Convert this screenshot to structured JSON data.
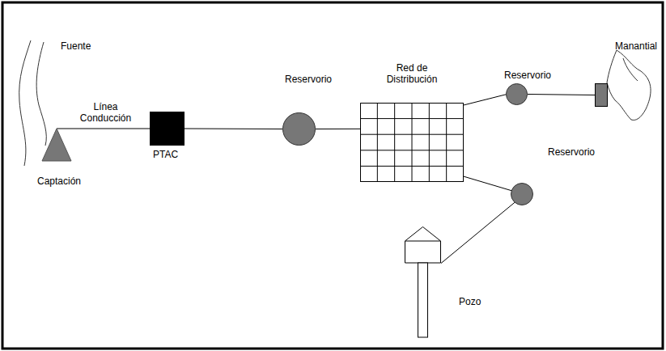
{
  "diagram": {
    "nodes": [
      {
        "text": [
          "Captación"
        ]
      },
      {
        "text": [
          "PTAC"
        ]
      },
      {
        "text": [
          "Reservorio"
        ]
      },
      {
        "text": [
          "Red de Distribución"
        ]
      },
      {
        "text": [
          "Reservorio"
        ]
      },
      {
        "text": [
          "Reservorio"
        ]
      },
      {
        "text": []
      },
      {
        "text": [
          "Pozo"
        ]
      }
    ],
    "edges": [
      {
        "from": 0,
        "to": 1,
        "label": "Línea Conducción",
        "arrow": "none"
      },
      {
        "from": 1,
        "to": 2,
        "arrow": "none"
      },
      {
        "from": 2,
        "to": 3,
        "arrow": "none"
      },
      {
        "from": 3,
        "to": 4,
        "arrow": "none"
      },
      {
        "from": 4,
        "to": 5,
        "arrow": "none"
      },
      {
        "from": 3,
        "to": 6,
        "arrow": "none"
      },
      {
        "from": 6,
        "to": 7,
        "arrow": "none"
      }
    ],
    "labels": [
      "Fuente",
      "Manantial"
    ]
  }
}
